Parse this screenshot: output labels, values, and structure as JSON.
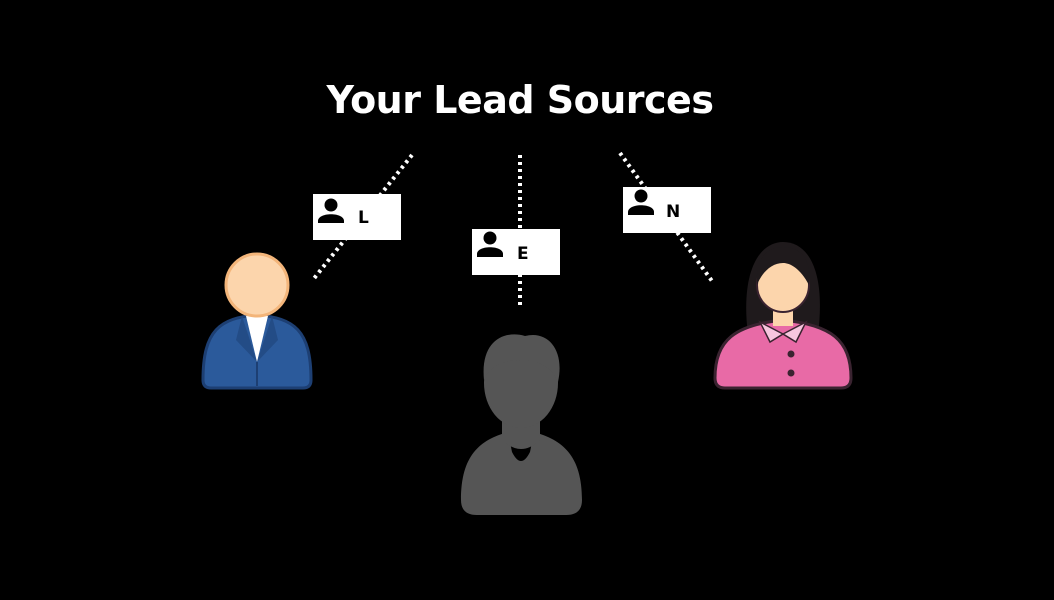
{
  "title": "Your Lead Sources",
  "colors": {
    "background": "#000000",
    "text": "#ffffff",
    "card": "#ffffff",
    "skin": "#fcd5ac",
    "blue_suit": "#2b5a9b",
    "pink_shirt": "#e86aa6",
    "gray_person": "#555555",
    "hair": "#1f1a1c"
  },
  "sources": [
    {
      "letter": "L",
      "icon": "user-icon",
      "person": "man-blue-suit"
    },
    {
      "letter": "E",
      "icon": "user-icon",
      "person": "gray-silhouette"
    },
    {
      "letter": "N",
      "icon": "user-icon",
      "person": "woman-pink-shirt"
    }
  ]
}
